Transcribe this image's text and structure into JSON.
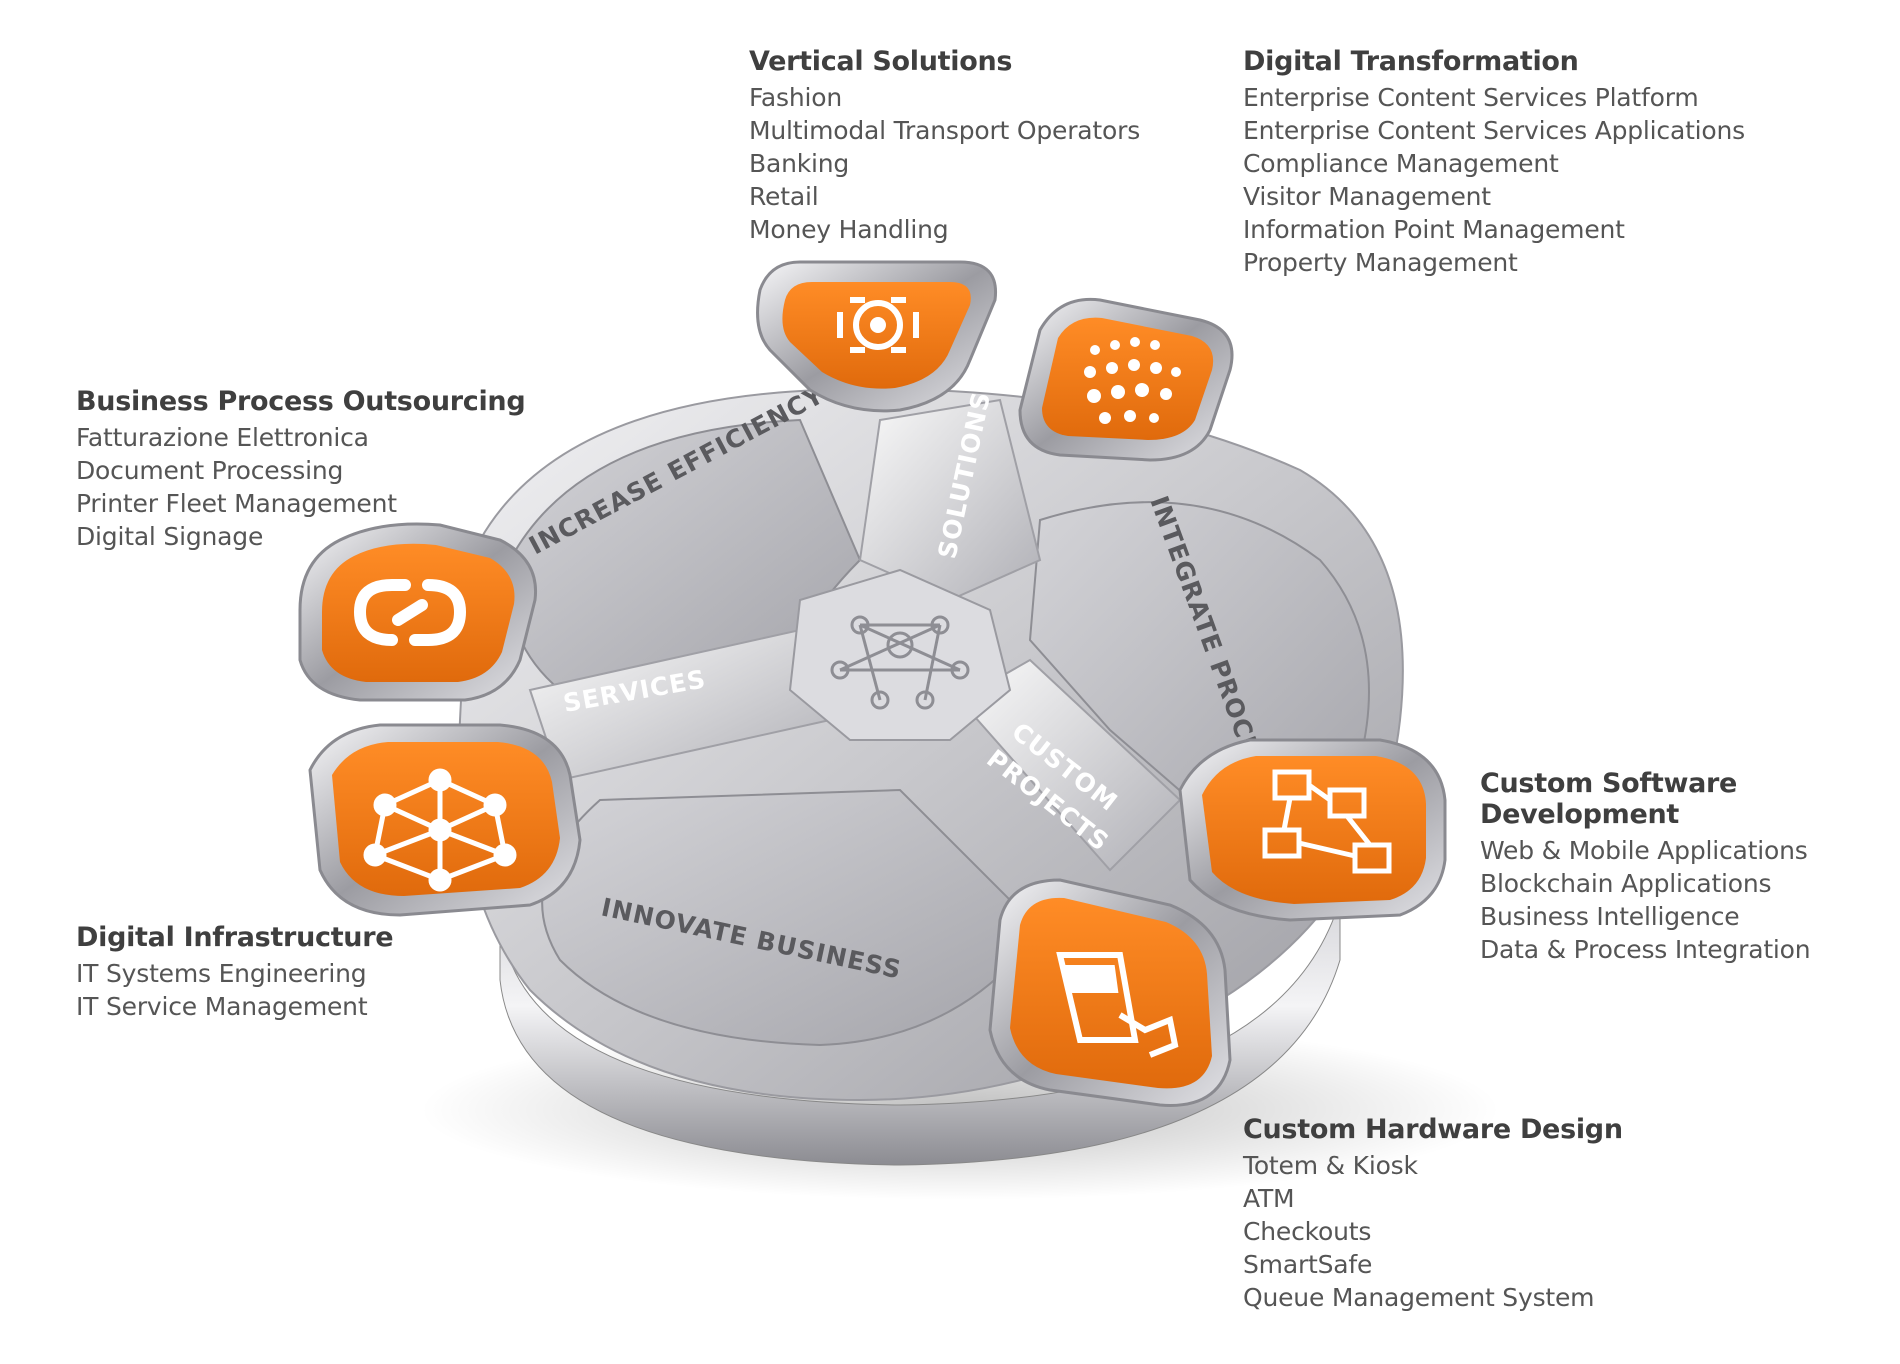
{
  "groups": {
    "vertical": {
      "title": "Vertical Solutions",
      "items": [
        "Fashion",
        "Multimodal Transport Operators",
        "Banking",
        "Retail",
        "Money Handling"
      ]
    },
    "digital_transformation": {
      "title": "Digital Transformation",
      "items": [
        "Enterprise Content Services Platform",
        "Enterprise Content Services Applications",
        "Compliance Management",
        "Visitor Management",
        "Information Point Management",
        "Property Management"
      ]
    },
    "bpo": {
      "title": "Business Process Outsourcing",
      "items": [
        "Fatturazione Elettronica",
        "Document Processing",
        "Printer Fleet Management",
        "Digital Signage"
      ]
    },
    "custom_software": {
      "title": "Custom Software Development",
      "items": [
        "Web & Mobile Applications",
        "Blockchain Applications",
        "Business Intelligence",
        "Data & Process Integration"
      ]
    },
    "digital_infrastructure": {
      "title": "Digital Infrastructure",
      "items": [
        "IT Systems Engineering",
        "IT Service Management"
      ]
    },
    "custom_hardware": {
      "title": "Custom Hardware Design",
      "items": [
        "Totem & Kiosk",
        "ATM",
        "Checkouts",
        "SmartSafe",
        "Queue Management System"
      ]
    }
  },
  "diagram": {
    "spokes": {
      "solutions": "SOLUTIONS",
      "services": "SERVICES",
      "custom_line1": "CUSTOM",
      "custom_line2": "PROJECTS"
    },
    "sectors": {
      "increase": "INCREASE EFFICIENCY",
      "integrate": "INTEGRATE PROCESS",
      "innovate": "INNOVATE BUSINESS"
    }
  },
  "colors": {
    "accent": "#f07a1a",
    "accent_dark": "#c85a08",
    "metal_light": "#e8e8ea",
    "metal_mid": "#bcbcc0",
    "metal_dark": "#8a8a90",
    "label_light": "#ffffff",
    "label_dark": "#5a5a5e"
  },
  "icons": {
    "vertical": "target-crosshair-icon",
    "digital_transformation": "dot-matrix-icon",
    "bpo": "linked-arrows-icon",
    "custom_software": "flowchart-icon",
    "digital_infrastructure": "network-nodes-icon",
    "custom_hardware": "kiosk-touch-icon",
    "hub": "hub-network-icon"
  }
}
